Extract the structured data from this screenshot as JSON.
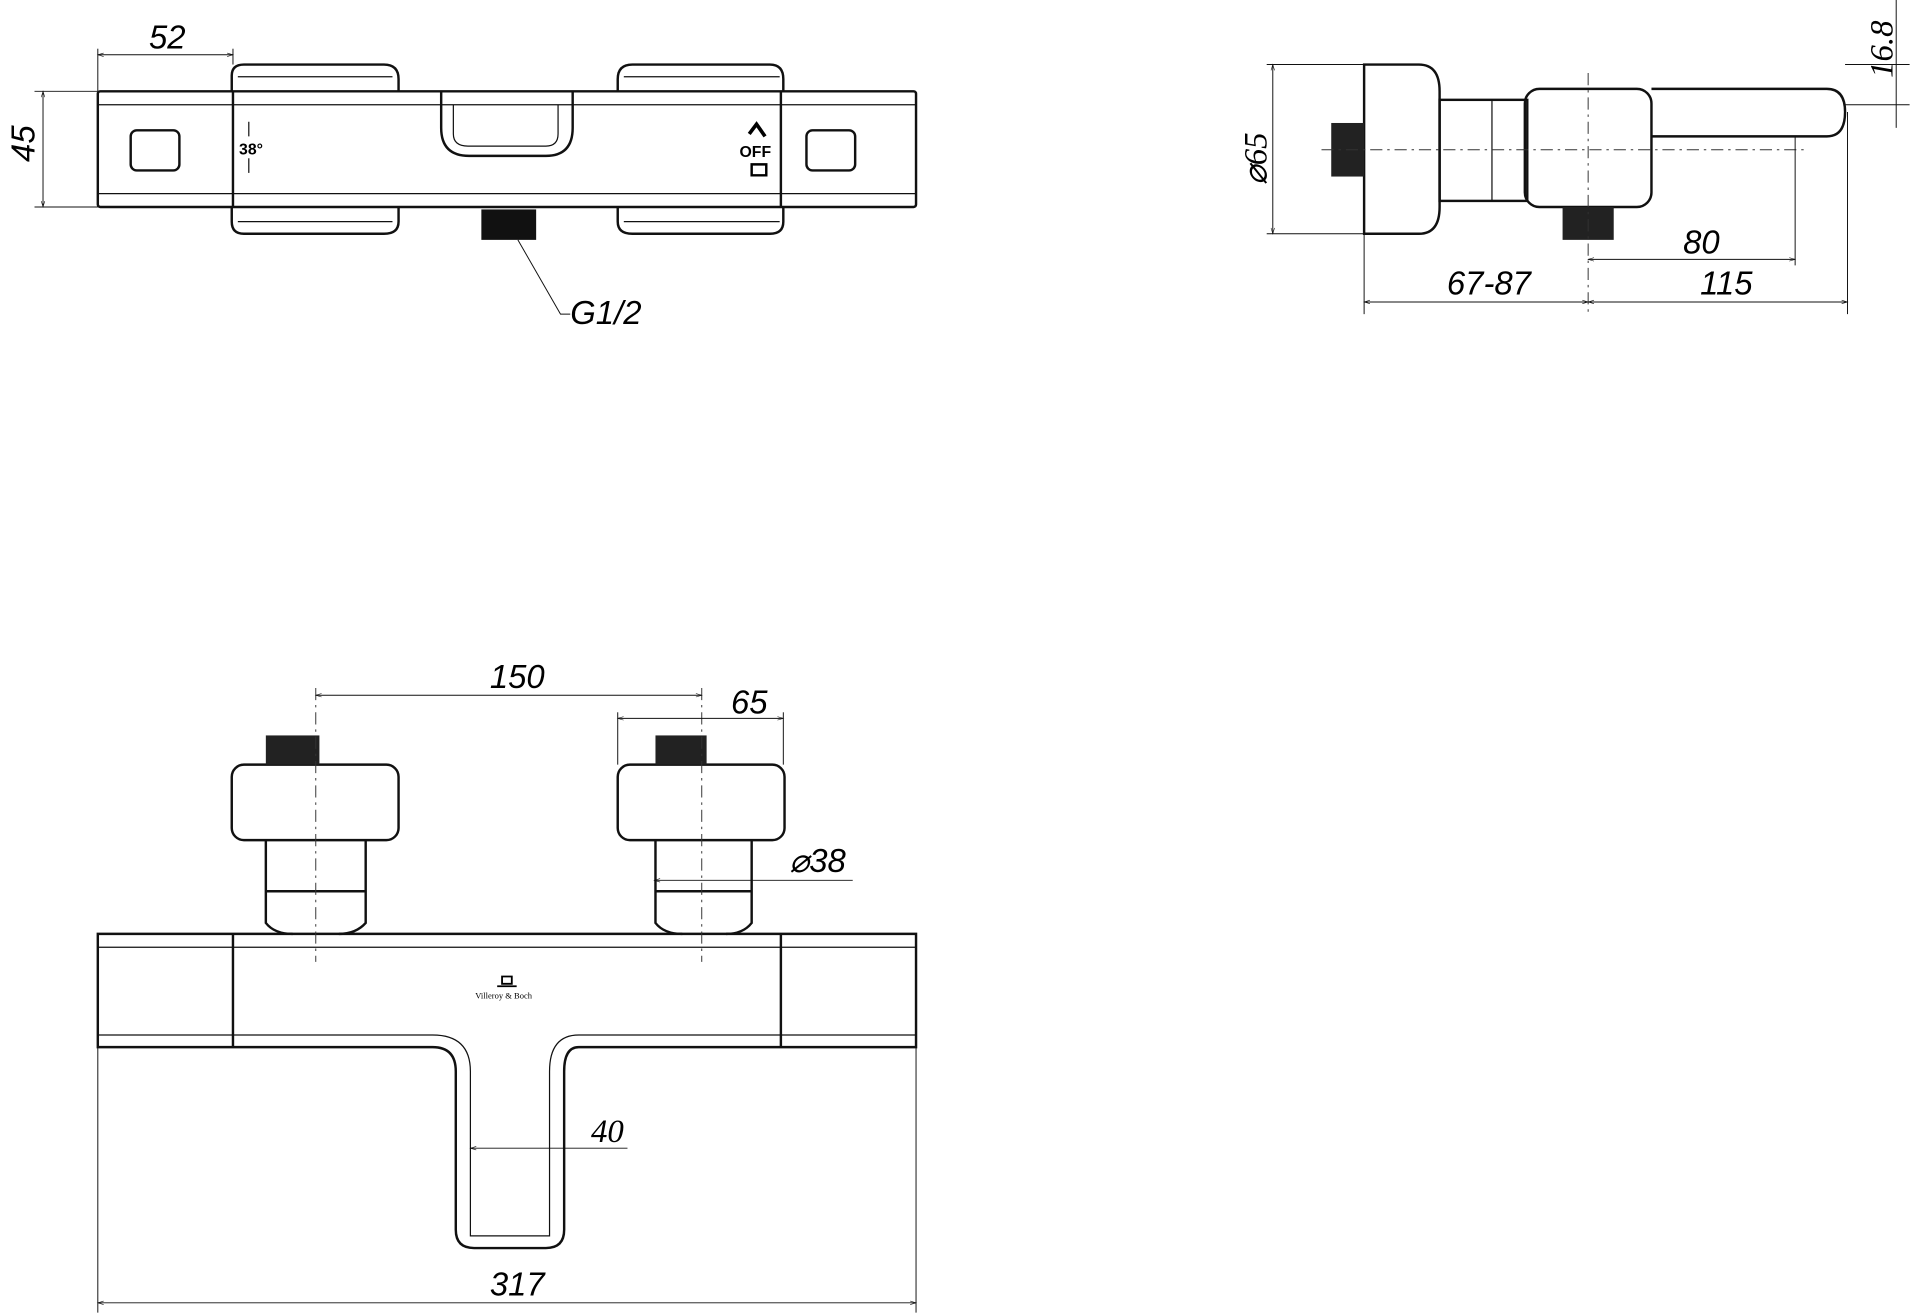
{
  "top_view": {
    "dim_width": "52",
    "dim_height": "45",
    "connection_label": "G1/2",
    "temp_mark": "38°",
    "off_mark": "OFF"
  },
  "side_view": {
    "dim_diameter": "⌀65",
    "dim_handle": "16.8",
    "dim_outlet": "80",
    "dim_projection": "67-87",
    "dim_lever": "115"
  },
  "front_view": {
    "dim_centers": "150",
    "dim_knob": "65",
    "dim_stem": "⌀38",
    "dim_spout": "40",
    "dim_total": "317",
    "logo_text": "Villeroy & Boch"
  }
}
